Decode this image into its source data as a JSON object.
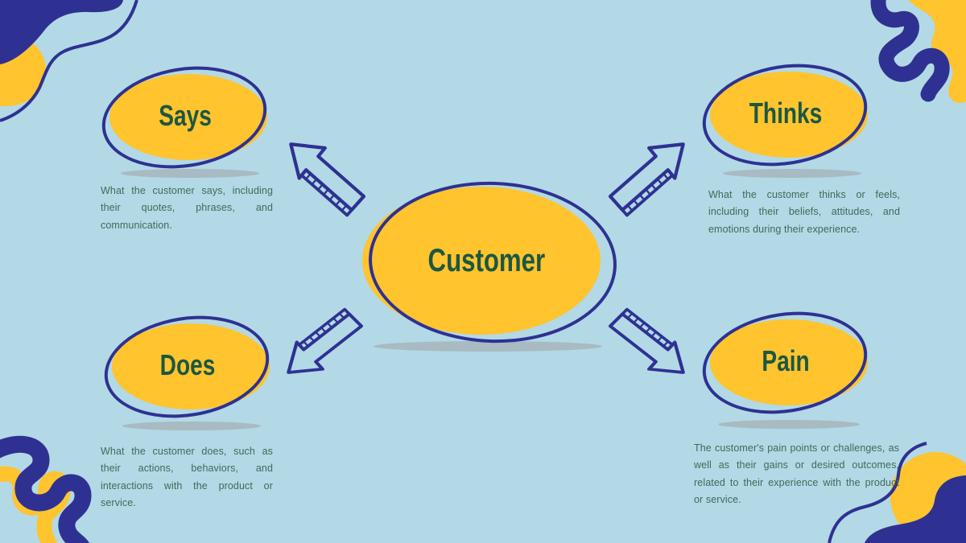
{
  "colors": {
    "background": "#B2D9E5",
    "navy": "#2E3192",
    "yellow": "#FFC42E",
    "heading_green": "#1C5741",
    "body_green": "#3D6B5B",
    "shadow_gray": "#A8BAC2"
  },
  "center": {
    "label": "Customer"
  },
  "nodes": {
    "says": {
      "label": "Says",
      "description": "What the customer says, including their quotes, phrases, and communication."
    },
    "thinks": {
      "label": "Thinks",
      "description": "What the customer thinks or feels, including their beliefs, attitudes, and emotions during their experience."
    },
    "does": {
      "label": "Does",
      "description": "What the customer does, such as their actions, behaviors, and interactions with the product or service."
    },
    "pain": {
      "label": "Pain",
      "description": "The customer's pain points or challenges, as well as their gains or desired outcomes, related to their experience with the product or service."
    }
  },
  "icons": {
    "arrow_top_left": "arrow-up-left-icon",
    "arrow_top_right": "arrow-up-right-icon",
    "arrow_bottom_left": "arrow-down-left-icon",
    "arrow_bottom_right": "arrow-down-right-icon"
  }
}
